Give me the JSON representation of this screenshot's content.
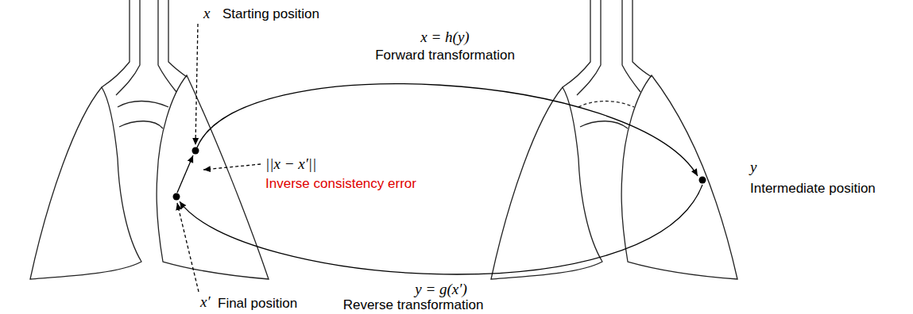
{
  "diagram": {
    "labels": [
      "x",
      "Starting position",
      "x = h(y)",
      "Forward transformation",
      "||x − x′||",
      "Inverse consistency error",
      "y",
      "Intermediate position",
      "y = g(x′)",
      "Reverse transformation",
      "x′",
      "Final position"
    ]
  }
}
